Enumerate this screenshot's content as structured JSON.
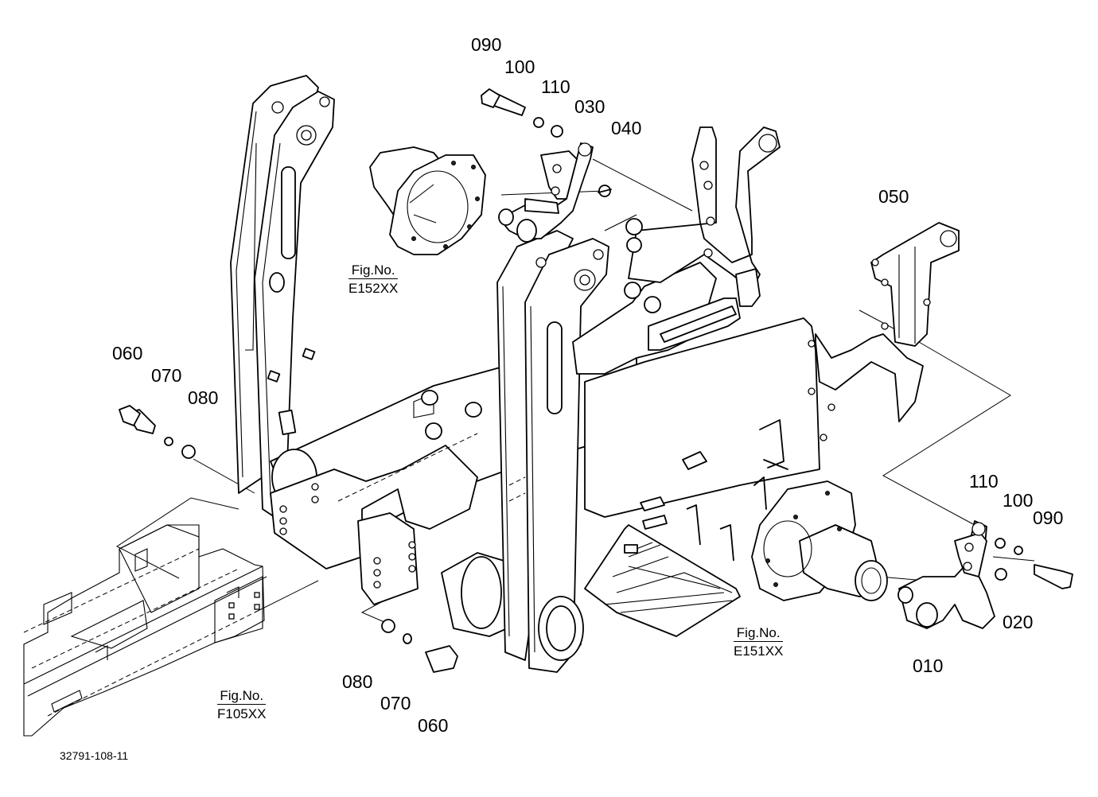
{
  "diagram": {
    "document_number": "32791-108-11",
    "callouts": [
      {
        "id": "c090a",
        "label": "090"
      },
      {
        "id": "c100a",
        "label": "100"
      },
      {
        "id": "c110a",
        "label": "110"
      },
      {
        "id": "c030",
        "label": "030"
      },
      {
        "id": "c040",
        "label": "040"
      },
      {
        "id": "c050",
        "label": "050"
      },
      {
        "id": "c060a",
        "label": "060"
      },
      {
        "id": "c070a",
        "label": "070"
      },
      {
        "id": "c080a",
        "label": "080"
      },
      {
        "id": "c110b",
        "label": "110"
      },
      {
        "id": "c100b",
        "label": "100"
      },
      {
        "id": "c090b",
        "label": "090"
      },
      {
        "id": "c020",
        "label": "020"
      },
      {
        "id": "c010",
        "label": "010"
      },
      {
        "id": "c080b",
        "label": "080"
      },
      {
        "id": "c070b",
        "label": "070"
      },
      {
        "id": "c060b",
        "label": "060"
      }
    ],
    "figure_refs": [
      {
        "id": "e152",
        "prefix": "Fig.No.",
        "code": "E152XX"
      },
      {
        "id": "e151",
        "prefix": "Fig.No.",
        "code": "E151XX"
      },
      {
        "id": "f105",
        "prefix": "Fig.No.",
        "code": "F105XX"
      }
    ]
  }
}
